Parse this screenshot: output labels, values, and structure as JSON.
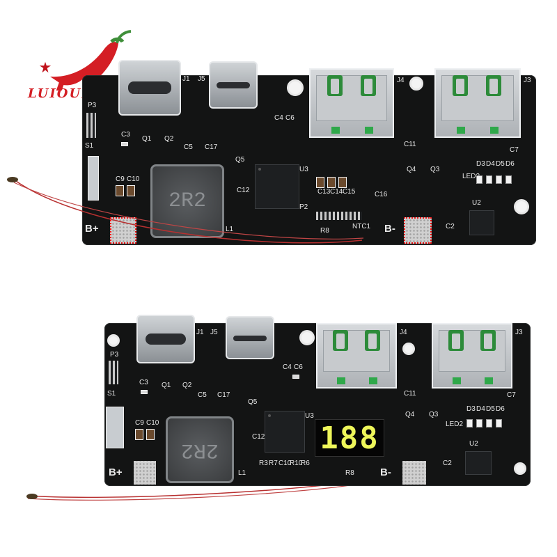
{
  "logo": {
    "text": "LUIOUMUM",
    "colors": {
      "pepper": "#d41e24",
      "stem": "#3f8f3a",
      "star": "#c0121a"
    }
  },
  "top_board": {
    "labels": [
      "J1",
      "J5",
      "J4",
      "J3",
      "P3",
      "S1",
      "C3",
      "Q1",
      "Q2",
      "C5",
      "C17",
      "C4",
      "C6",
      "C11",
      "C7",
      "Q4",
      "Q3",
      "Q5",
      "U3",
      "C9",
      "C10",
      "C12",
      "C13",
      "C14",
      "C15",
      "C16",
      "2R2",
      "L1",
      "P2",
      "LED2",
      "D3",
      "D4",
      "D5",
      "D6",
      "U2",
      "B+",
      "B-",
      "NTC1",
      "R8",
      "C2"
    ]
  },
  "bottom_board": {
    "labels": [
      "J1",
      "J5",
      "J4",
      "J3",
      "P3",
      "S1",
      "C3",
      "Q1",
      "Q2",
      "C5",
      "C17",
      "C4",
      "C6",
      "C11",
      "C7",
      "Q4",
      "Q3",
      "Q5",
      "U3",
      "C9",
      "C10",
      "C12",
      "2R2",
      "L1",
      "LED2",
      "D3",
      "D4",
      "D5",
      "D6",
      "U2",
      "C2",
      "B+",
      "B-",
      "R8",
      "R3",
      "R7",
      "C10",
      "R10",
      "R6"
    ],
    "display": "188"
  }
}
